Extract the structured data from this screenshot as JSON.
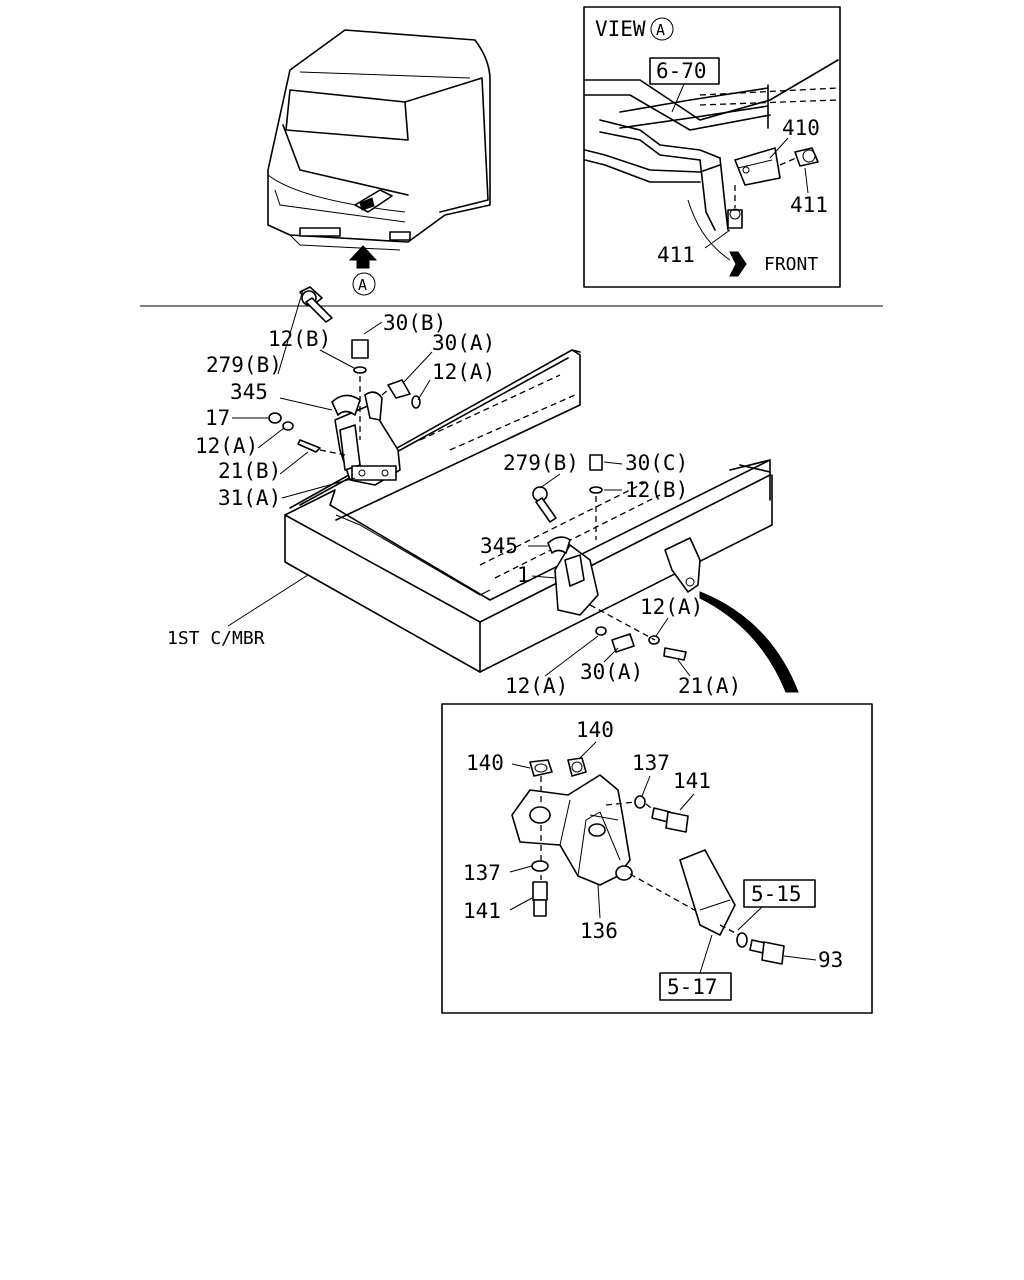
{
  "view_a": {
    "title": "VIEW",
    "marker": "A",
    "ref_box": "6-70",
    "callouts": [
      "410",
      "411",
      "411"
    ],
    "front_label": "FRONT"
  },
  "cab_marker": "A",
  "main_callouts": [
    "30(B)",
    "12(B)",
    "30(A)",
    "279(B)",
    "12(A)",
    "345",
    "17",
    "12(A)",
    "21(B)",
    "31(A)",
    "279(B)",
    "30(C)",
    "12(B)",
    "345",
    "1",
    "12(A)",
    "21(A)",
    "12(A)",
    "30(A)"
  ],
  "frame_label": "1ST C/MBR",
  "detail": {
    "callouts": [
      "140",
      "140",
      "137",
      "141",
      "137",
      "141",
      "136",
      "93"
    ],
    "ref_boxes": [
      "5-15",
      "5-17"
    ]
  }
}
